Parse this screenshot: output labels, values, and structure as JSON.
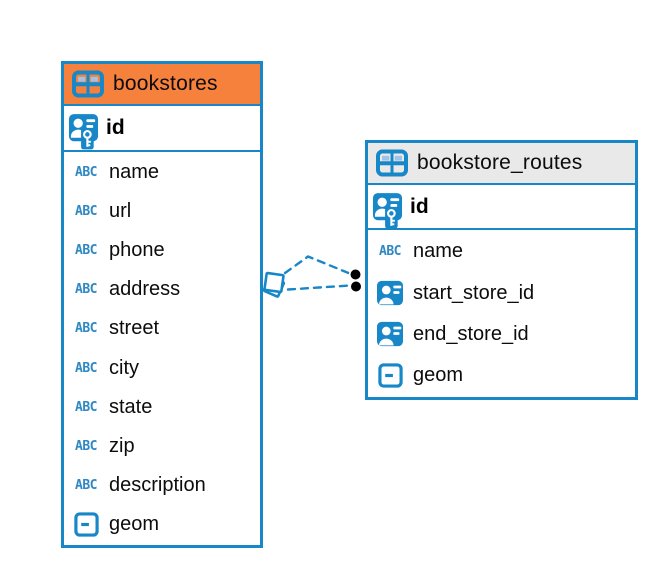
{
  "icons": {
    "text_type_label": "ABC"
  },
  "colors": {
    "accent_blue": "#1787c8",
    "selected_header_orange": "#f6813c",
    "default_header_gray": "#e9e9e9",
    "relationship_dot_black": "#000000",
    "table_icon_cell_blue": "#9dc4e6"
  },
  "tables": [
    {
      "name": "bookstores",
      "header_style": "selected-orange",
      "primary_key": {
        "name": "id"
      },
      "columns": [
        {
          "name": "name",
          "type": "text"
        },
        {
          "name": "url",
          "type": "text"
        },
        {
          "name": "phone",
          "type": "text"
        },
        {
          "name": "address",
          "type": "text"
        },
        {
          "name": "street",
          "type": "text"
        },
        {
          "name": "city",
          "type": "text"
        },
        {
          "name": "state",
          "type": "text"
        },
        {
          "name": "zip",
          "type": "text"
        },
        {
          "name": "description",
          "type": "text"
        },
        {
          "name": "geom",
          "type": "geometry"
        }
      ]
    },
    {
      "name": "bookstore_routes",
      "header_style": "default-gray",
      "primary_key": {
        "name": "id"
      },
      "columns": [
        {
          "name": "name",
          "type": "text"
        },
        {
          "name": "start_store_id",
          "type": "reference"
        },
        {
          "name": "end_store_id",
          "type": "reference"
        },
        {
          "name": "geom",
          "type": "geometry"
        }
      ]
    }
  ],
  "relationships": [
    {
      "from_table": "bookstore_routes",
      "from_column": "start_store_id",
      "to_table": "bookstores",
      "to_column": "id",
      "line_style": "dashed"
    },
    {
      "from_table": "bookstore_routes",
      "from_column": "end_store_id",
      "to_table": "bookstores",
      "to_column": "id",
      "line_style": "dashed"
    }
  ]
}
